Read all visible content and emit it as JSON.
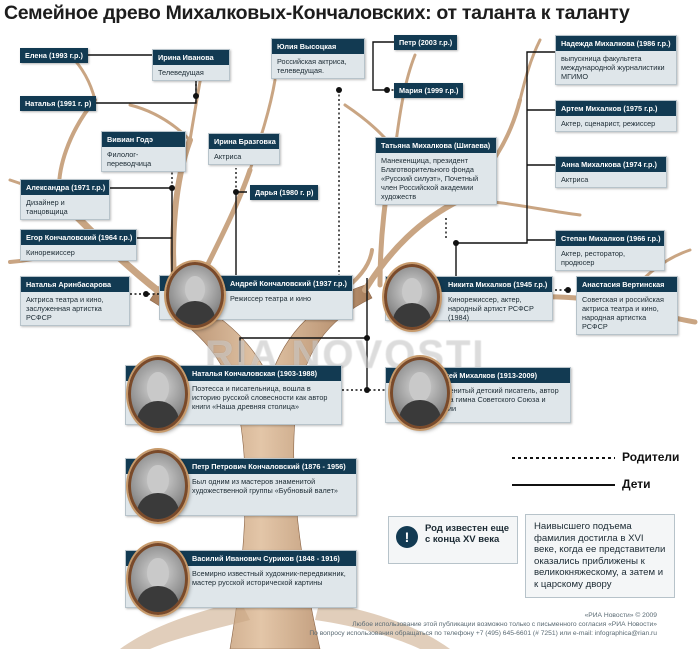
{
  "title": "Семейное древо Михалковых-Кончаловских: от таланта к таланту",
  "watermark": "RIA NOVOSTI",
  "tags": {
    "elena": "Елена (1993 г.р.)",
    "natalya": "Наталья (1991 г. р)",
    "darya": "Дарья (1980 г. р)",
    "petr": "Петр (2003 г.р.)",
    "maria": "Мария (1999 г.р.)"
  },
  "cards": {
    "irina_ivanova": {
      "name": "Ирина Иванова",
      "desc": "Телеведущая"
    },
    "yulia": {
      "name": "Юлия Высоцкая",
      "desc": "Российская актриса, телеведущая."
    },
    "nadezhda": {
      "name": "Надежда Михалкова (1986 г.р.)",
      "desc": "выпускница факультета международной журналистики МГИМО"
    },
    "vivian": {
      "name": "Вивиан Годэ",
      "desc": "Филолог-переводчица"
    },
    "irina_braz": {
      "name": "Ирина Бразговка",
      "desc": "Актриса"
    },
    "artem": {
      "name": "Артем Михалков (1975 г.р.)",
      "desc": "Актер, сценарист, режиссер"
    },
    "tatyana": {
      "name": "Татьяна Михалкова (Шигаева)",
      "desc": "Манекенщица, президент Благотворительного фонда «Русский силуэт», Почетный член Российской академии художеств"
    },
    "anna": {
      "name": "Анна Михалкова (1974 г.р.)",
      "desc": "Актриса"
    },
    "alexandra": {
      "name": "Александра (1971 г.р.)",
      "desc": "Дизайнер и танцовщица"
    },
    "egor": {
      "name": "Егор Кончаловский (1964 г.р.)",
      "desc": "Кинорежиссер"
    },
    "stepan": {
      "name": "Степан Михалков (1966 г.р.)",
      "desc": "Актер, ресторатор, продюсер"
    },
    "arinbasarova": {
      "name": "Наталья Аринбасарова",
      "desc": "Актриса театра и кино, заслуженная артистка РСФСР"
    },
    "andrei": {
      "name": "Андрей Кончаловский (1937 г.р.)",
      "desc": "Режиссер театра и кино"
    },
    "nikita": {
      "name": "Никита Михалков (1945 г.р.)",
      "desc": "Кинорежиссер, актер, народный артист РСФСР (1984)"
    },
    "anastasia": {
      "name": "Анастасия Вертинская",
      "desc": "Советская и российская актриса театра и кино, народная артистка РСФСР"
    },
    "natalya_k": {
      "name": "Наталья Кончаловская (1903-1988)",
      "desc": "Поэтесса и писательница, вошла в историю русской словесности как автор книги «Наша древняя столица»"
    },
    "sergei": {
      "name": "Сергей Михалков (1913-2009)",
      "desc": "Знаменитый детский писатель, автор текста гимна Советского Союза и России"
    },
    "petr_p": {
      "name": "Петр Петрович Кончаловский (1876 - 1956)",
      "desc": "Был одним из мастеров знаменитой художественной группы «Бубновый валет»"
    },
    "vasily": {
      "name": "Василий Иванович Суриков (1848 - 1916)",
      "desc": "Всемирно известный художник-передвижник, мастер русской исторической картины"
    }
  },
  "legend": {
    "parents": "Родители",
    "children": "Дети"
  },
  "note_badge": "!",
  "note_rod": "Род известен еще с конца XV века",
  "note_main": "Наивысшего подъема фамилия достигла в XVI веке, когда ее представители оказались приближены к великокняжескому, а затем и к царскому двору",
  "credits": {
    "line1": "«РИА Новости» © 2009",
    "line2": "Любое использование этой публикации возможно только с письменного согласия «РИА Новости»",
    "line3": "По вопросу использования обращаться по телефону +7 (495) 645-6601 (# 7251) или e-mail: infographica@rian.ru"
  },
  "colors": {
    "card_header": "#123a52",
    "card_body": "#dfe6ea",
    "branch": "#c9a583"
  }
}
